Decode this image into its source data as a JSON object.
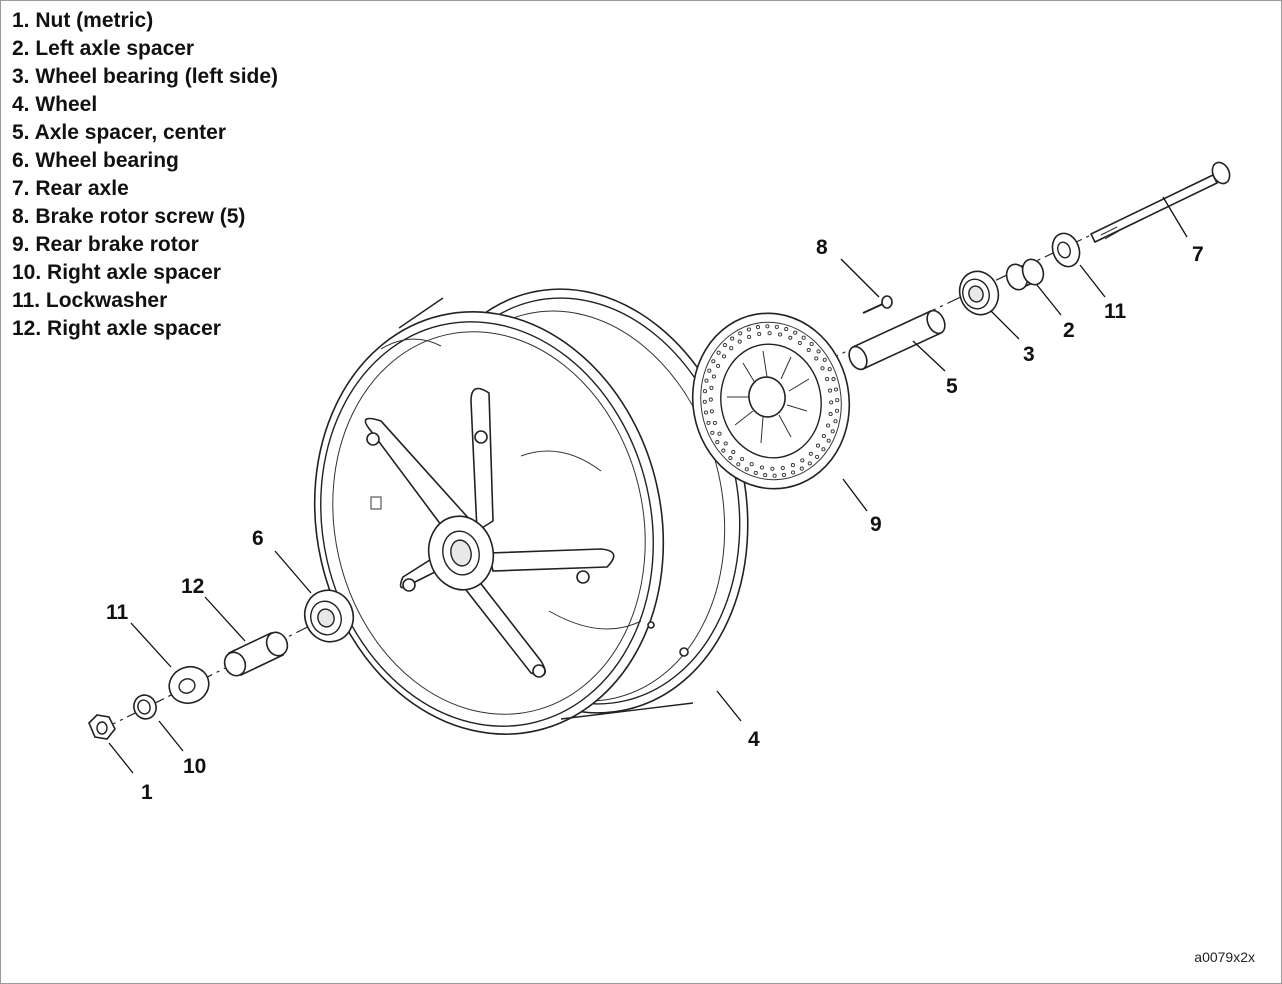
{
  "legend": [
    "1. Nut (metric)",
    "2. Left axle spacer",
    "3. Wheel bearing (left side)",
    "4. Wheel",
    "5. Axle spacer, center",
    "6. Wheel bearing",
    "7. Rear axle",
    "8. Brake rotor screw (5)",
    "9. Rear brake rotor",
    "10. Right axle spacer",
    "11. Lockwasher",
    "12. Right axle spacer"
  ],
  "callouts": {
    "c1": "1",
    "c2": "2",
    "c3": "3",
    "c4": "4",
    "c5": "5",
    "c6": "6",
    "c7": "7",
    "c8": "8",
    "c9": "9",
    "c10": "10",
    "c11_right": "11",
    "c11_left": "11",
    "c12": "12"
  },
  "figure_id": "a0079x2x"
}
